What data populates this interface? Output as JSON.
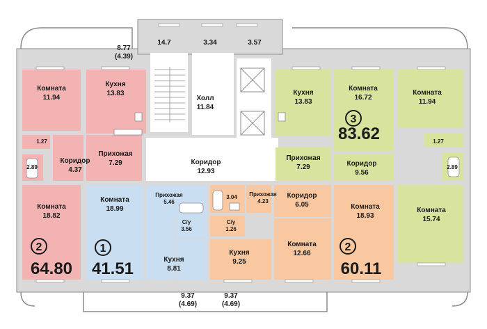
{
  "apartments": [
    {
      "id": "apt-left-2",
      "rooms_count": "2",
      "total_area": "64.80",
      "color": "#f3b3b3",
      "rooms": [
        {
          "name": "Комната",
          "area": "11.94"
        },
        {
          "name": "Кухня",
          "area": "13.83"
        },
        {
          "name": "",
          "area": "1.27"
        },
        {
          "name": "",
          "area": "2.89"
        },
        {
          "name": "Коридор",
          "area": "4.37"
        },
        {
          "name": "Прихожая",
          "area": "7.29"
        },
        {
          "name": "Комната",
          "area": "18.82"
        }
      ]
    },
    {
      "id": "apt-1",
      "rooms_count": "1",
      "total_area": "41.51",
      "color": "#c9def0",
      "rooms": [
        {
          "name": "Комната",
          "area": "18.99"
        },
        {
          "name": "Прихожая",
          "area": "5.46"
        },
        {
          "name": "С/у",
          "area": "3.56"
        },
        {
          "name": "Кухня",
          "area": "8.81"
        }
      ]
    },
    {
      "id": "apt-right-2",
      "rooms_count": "2",
      "total_area": "60.11",
      "color": "#f9c7a0",
      "rooms": [
        {
          "name": "",
          "area": "3.04"
        },
        {
          "name": "Прихожая",
          "area": "4.23"
        },
        {
          "name": "С/у",
          "area": "1.26"
        },
        {
          "name": "Коридор",
          "area": "6.05"
        },
        {
          "name": "Кухня",
          "area": "9.25"
        },
        {
          "name": "Комната",
          "area": "12.66"
        },
        {
          "name": "Комната",
          "area": "18.93"
        }
      ]
    },
    {
      "id": "apt-3",
      "rooms_count": "3",
      "total_area": "83.62",
      "color": "#d8e49d",
      "rooms": [
        {
          "name": "Кухня",
          "area": "13.83"
        },
        {
          "name": "Комната",
          "area": "16.72"
        },
        {
          "name": "Комната",
          "area": "11.94"
        },
        {
          "name": "Прихожая",
          "area": "7.29"
        },
        {
          "name": "Коридор",
          "area": "9.56"
        },
        {
          "name": "",
          "area": "1.27"
        },
        {
          "name": "",
          "area": "2.89"
        },
        {
          "name": "Комната",
          "area": "15.74"
        }
      ]
    }
  ],
  "common": {
    "balcony_top": {
      "area": "8.77",
      "area_half": "(4.39)"
    },
    "top_rooms": [
      "14.7",
      "3.34",
      "3.57"
    ],
    "hall": {
      "name": "Холл",
      "area": "11.84"
    },
    "corridor": {
      "name": "Коридор",
      "area": "12.93"
    },
    "balcony_bottom_left": {
      "area": "9.37",
      "area_half": "(4.69)"
    },
    "balcony_bottom_right": {
      "area": "9.37",
      "area_half": "(4.69)"
    }
  },
  "colors": {
    "wall": "#d9d9d9",
    "wall_edge": "#9a9a9a",
    "pink": "#f3b3b3",
    "blue": "#c9def0",
    "orange": "#f9c7a0",
    "green": "#d8e49d"
  }
}
